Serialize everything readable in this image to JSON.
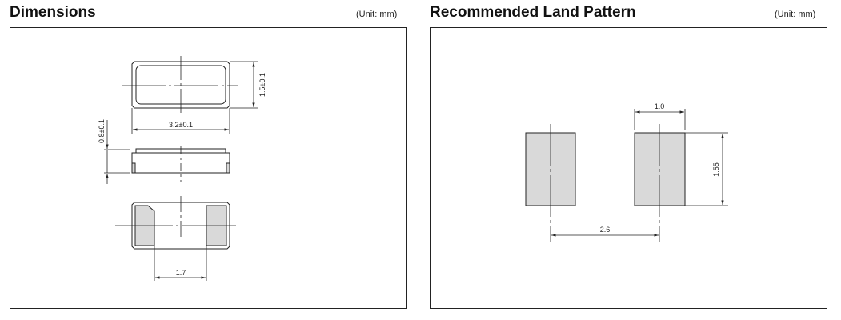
{
  "dimensions": {
    "title": "Dimensions",
    "unit": "(Unit: mm)",
    "labels": {
      "length": "3.2±0.1",
      "width": "1.5±0.1",
      "height": "0.8±0.1",
      "terminal_gap": "1.7"
    }
  },
  "land_pattern": {
    "title": "Recommended Land Pattern",
    "unit": "(Unit: mm)",
    "labels": {
      "pad_width": "1.0",
      "pad_height": "1.55",
      "pitch": "2.6"
    }
  },
  "colors": {
    "pad_fill": "#d9d9d9",
    "line": "#222222"
  }
}
